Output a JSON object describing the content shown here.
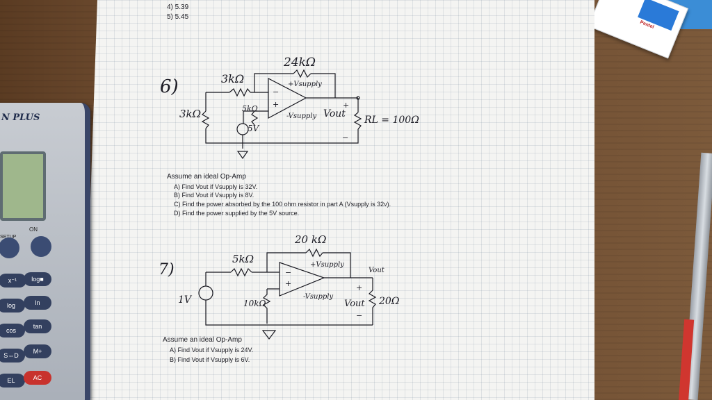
{
  "page_top_answers": [
    "4)  5.39",
    "5)  5.45"
  ],
  "problem6": {
    "number": "6)",
    "r_feedback": "24kΩ",
    "r_input": "3kΩ",
    "r_shunt": "3kΩ",
    "r_bias": "5kΩ",
    "source": "5V",
    "supply_pos": "+Vsupply",
    "supply_neg": "-Vsupply",
    "vout": "Vout",
    "load": "RL = 100Ω",
    "plus": "+",
    "minus": "−",
    "assume": "Assume an ideal Op-Amp",
    "parts": [
      "A)  Find Vout if Vsupply is 32V.",
      "B)  Find Vout if Vsupply is 8V.",
      "C)  Find the power absorbed by the 100 ohm resistor in part A (Vsupply is 32v).",
      "D)  Find the power supplied by the 5V source."
    ]
  },
  "problem7": {
    "number": "7)",
    "r_feedback": "20 kΩ",
    "r_input": "5kΩ",
    "r_shunt": "10kΩ",
    "source": "1V",
    "supply_pos": "+Vsupply",
    "supply_neg": "-Vsupply",
    "vout": "Vout",
    "vout_top": "Vout",
    "load": "20Ω",
    "plus": "+",
    "minus": "−",
    "assume": "Assume an ideal Op-Amp",
    "parts": [
      "A)  Find Vout if Vsupply is 24V.",
      "B)  Find Vout if Vsupply is 6V."
    ]
  },
  "calculator": {
    "brand": "N PLUS",
    "on_label": "ON",
    "setup_label": "SETUP",
    "keys": [
      "x⁻¹",
      "log■",
      "log",
      "ln",
      "cos",
      "tan",
      "S⇔D",
      "M+",
      "EL",
      "AC"
    ]
  },
  "eraser": {
    "brand": "Pentel"
  }
}
